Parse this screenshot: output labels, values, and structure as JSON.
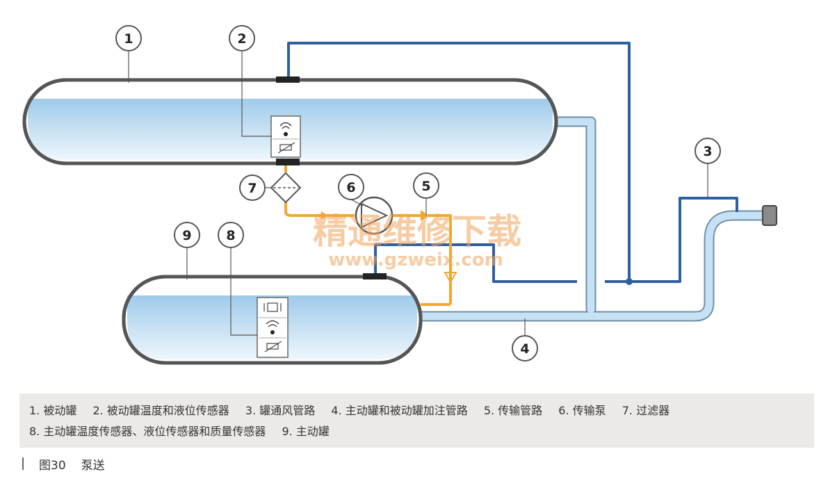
{
  "callouts": [
    {
      "id": "1",
      "label": "1"
    },
    {
      "id": "2",
      "label": "2"
    },
    {
      "id": "3",
      "label": "3"
    },
    {
      "id": "4",
      "label": "4"
    },
    {
      "id": "5",
      "label": "5"
    },
    {
      "id": "6",
      "label": "6"
    },
    {
      "id": "7",
      "label": "7"
    },
    {
      "id": "8",
      "label": "8"
    },
    {
      "id": "9",
      "label": "9"
    }
  ],
  "watermark": {
    "title": "精通维修下载",
    "url": "www.gzweix.com"
  },
  "caption": {
    "items": [
      "1. 被动罐",
      "2. 被动罐温度和液位传感器",
      "3. 罐通风管路",
      "4. 主动罐和被动罐加注管路",
      "5. 传输管路",
      "6. 传输泵",
      "7. 过滤器",
      "8. 主动罐温度传感器、液位传感器和质量传感器",
      "9. 主动罐"
    ]
  },
  "figure": {
    "number": "图30",
    "title": "泵送"
  },
  "colors": {
    "vent_line": "#2e5f9e",
    "fill_line": "#b9d8ee",
    "transfer_line": "#f0a830",
    "tank_outline": "#555555",
    "liquid": "#c6e2f5"
  }
}
